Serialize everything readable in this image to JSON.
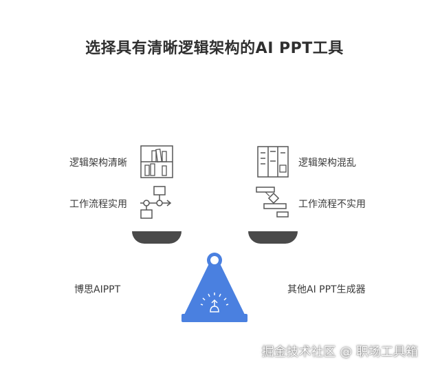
{
  "title": "选择具有清晰逻辑架构的AI PPT工具",
  "left": {
    "name": "博思AIPPT",
    "features": [
      "逻辑架构清晰",
      "工作流程实用"
    ]
  },
  "right": {
    "name": "其他AI PPT生成器",
    "features": [
      "逻辑架构混乱",
      "工作流程不实用"
    ]
  },
  "watermark": "掘金技术社区 @ 职场工具箱",
  "colors": {
    "accent": "#4a80e0",
    "pan": "#4a4a4a",
    "icon_stroke": "#555555"
  },
  "icons": [
    "bookshelf-icon",
    "workflow-icon",
    "cabinet-icon",
    "messy-flow-icon",
    "balance-icon"
  ]
}
